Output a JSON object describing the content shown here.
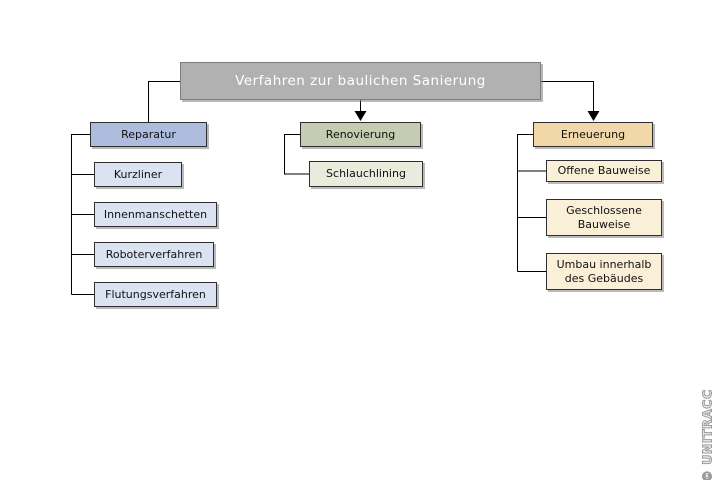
{
  "diagram": {
    "title": "Verfahren zur baulichen Sanierung",
    "branches": [
      {
        "header": "Reparatur",
        "children": [
          "Kurzliner",
          "Innenmanschetten",
          "Roboterverfahren",
          "Flutungsverfahren"
        ]
      },
      {
        "header": "Renovierung",
        "children": [
          "Schlauchlining"
        ]
      },
      {
        "header": "Erneuerung",
        "children": [
          "Offene Bauweise",
          "Geschlossene Bauweise",
          "Umbau innerhalb des Gebäudes"
        ]
      }
    ]
  },
  "watermark": {
    "text": "© UNITRACC"
  },
  "colors": {
    "title-bg": "#b1b1b1",
    "title-border": "#7f7f7f",
    "title-text": "#ffffff",
    "blue-header": "#aebdde",
    "blue-child": "#dbe3f3",
    "green-header": "#c5ccb1",
    "green-child": "#e9ecdc",
    "orange-header": "#f2d8a8",
    "orange-child": "#faf0d8",
    "node-border": "#2f2f2f",
    "line": "#000000",
    "watermark": "#9a9a9a"
  }
}
